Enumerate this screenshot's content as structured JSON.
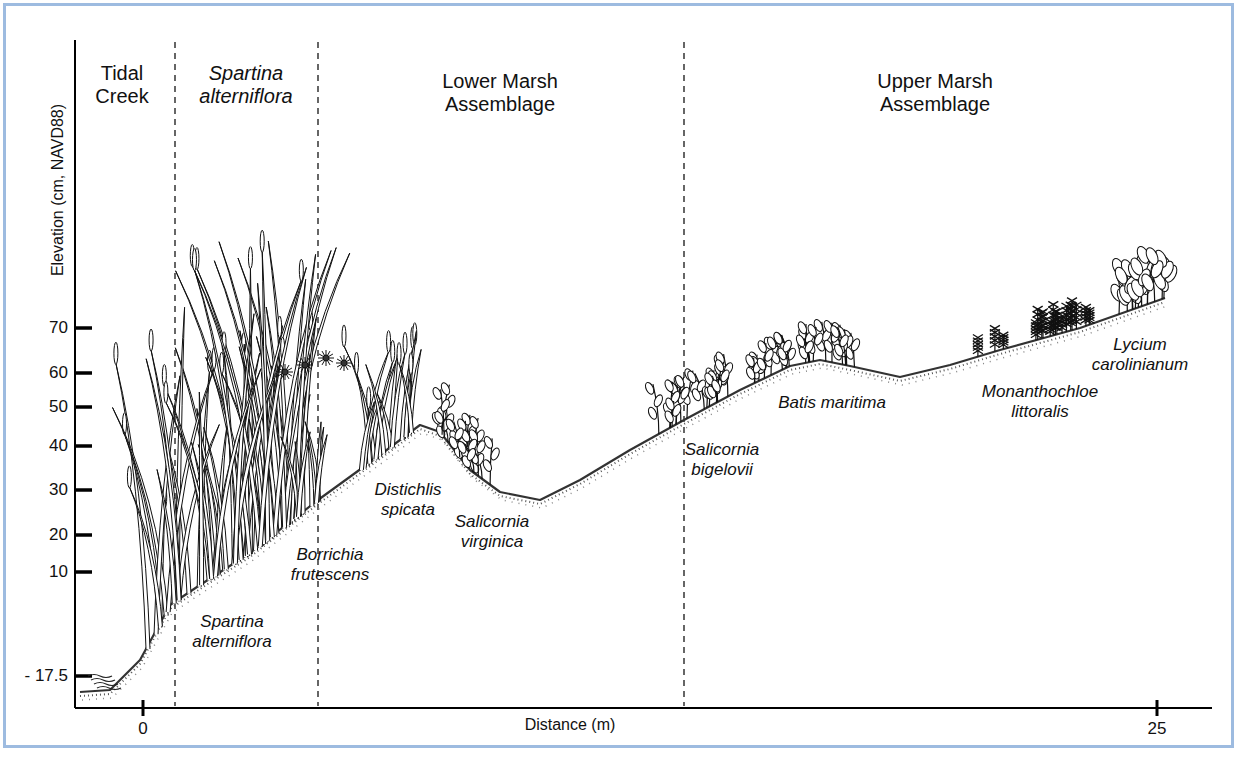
{
  "diagram": {
    "labels": [
      "Tidal Creek",
      "Spartina alterniflora",
      "Lower Marsh Assemblage",
      "Upper Marsh Assemblage",
      "Elevation (cm, NAVD88)",
      "70",
      "60",
      "50",
      "40",
      "30",
      "20",
      "10",
      "- 17.5",
      "Distance (m)",
      "0",
      "25",
      "Spartina alterniflora",
      "Borrichia frutescens",
      "Distichlis spicata",
      "Salicornia virginica",
      "Salicornia bigelovii",
      "Batis maritima",
      "Monanthochloe littoralis",
      "Lycium carolinianum"
    ]
  }
}
